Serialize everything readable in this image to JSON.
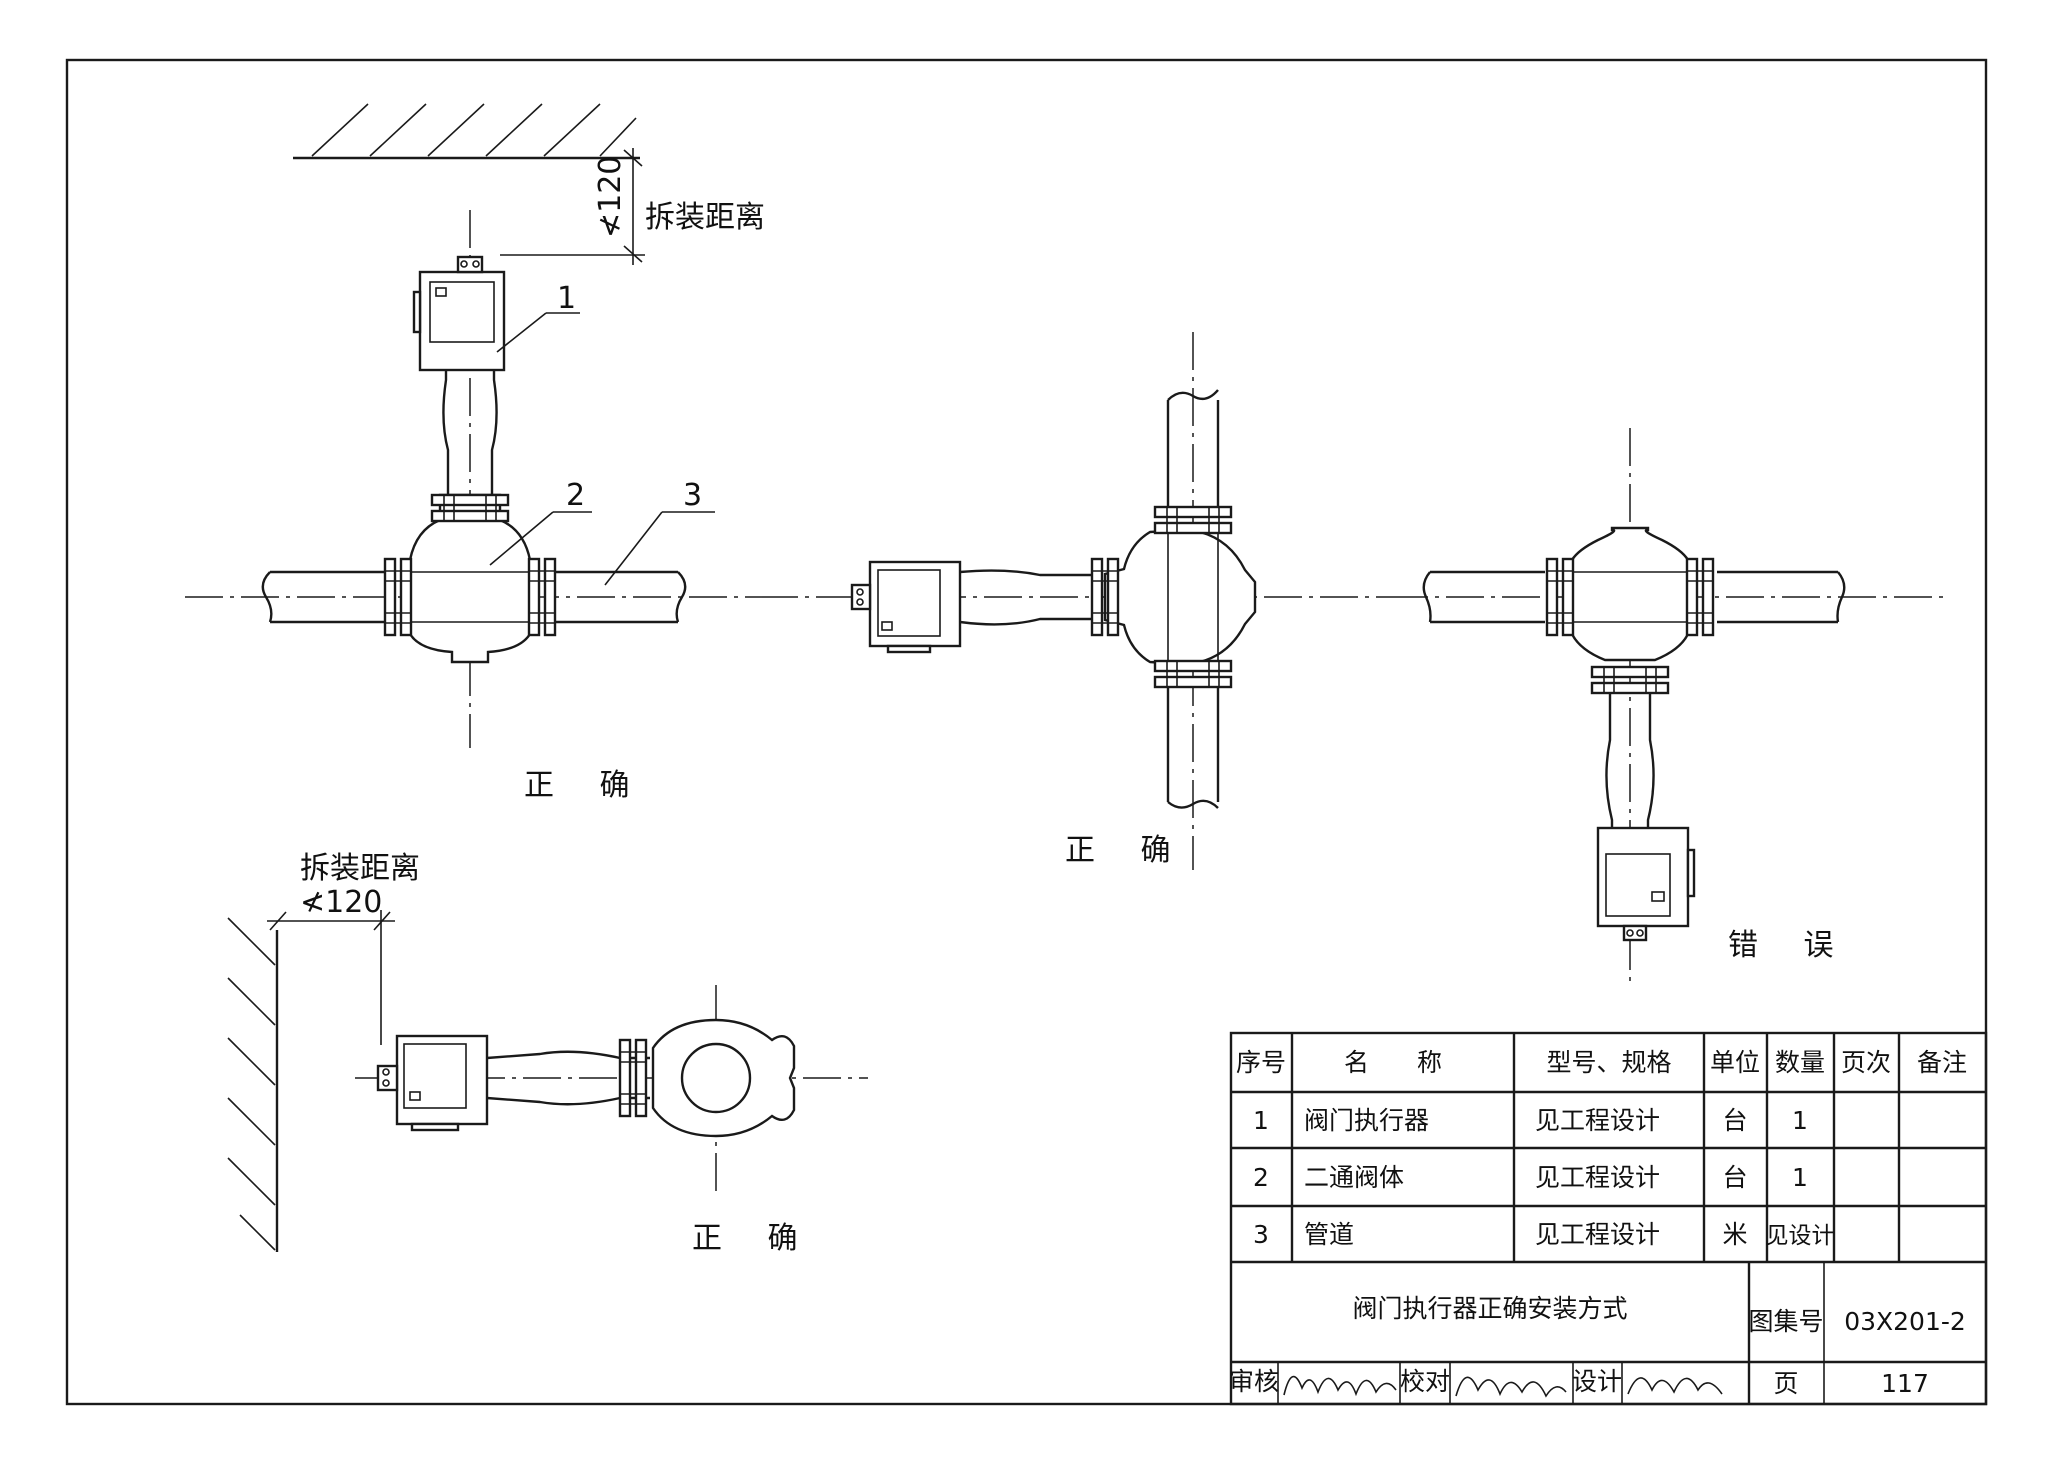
{
  "labels": {
    "dismount_distance": "拆装距离",
    "dim_120": "≮120",
    "item_1": "1",
    "item_2": "2",
    "item_3": "3"
  },
  "captions": {
    "view1": "正 确",
    "view2": "正 确",
    "view3": "错 误",
    "view4": "正 确"
  },
  "table": {
    "headers": [
      "序号",
      "名 称",
      "型号、规格",
      "单位",
      "数量",
      "页次",
      "备注"
    ],
    "rows": [
      [
        "1",
        "阀门执行器",
        "见工程设计",
        "台",
        "1",
        "",
        ""
      ],
      [
        "2",
        "二通阀体",
        "见工程设计",
        "台",
        "1",
        "",
        ""
      ],
      [
        "3",
        "管道",
        "见工程设计",
        "米",
        "见设计",
        "",
        ""
      ]
    ]
  },
  "title_block": {
    "title": "阀门执行器正确安装方式",
    "atlas_label": "图集号",
    "atlas_no": "03X201-2",
    "page_label": "页",
    "page_no": "117",
    "review_label": "审核",
    "check_label": "校对",
    "design_label": "设计"
  }
}
